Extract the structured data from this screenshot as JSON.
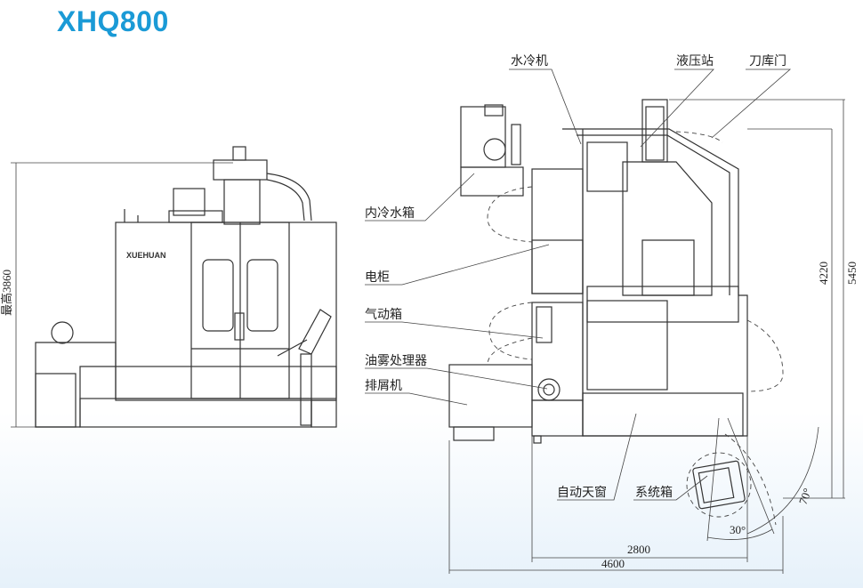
{
  "title": "XHQ800",
  "front_view": {
    "height_label": "最高3860",
    "logo_text": "XUEHUAN"
  },
  "side_view": {
    "labels": {
      "water_chiller": "水冷机",
      "hydraulic_station": "液压站",
      "tool_magazine_door": "刀库门",
      "coolant_tank": "内冷水箱",
      "electrical_cabinet": "电柜",
      "pneumatic_box": "气动箱",
      "oil_mist_processor": "油雾处理器",
      "chip_conveyor": "排屑机",
      "auto_skylight": "自动天窗",
      "system_box": "系统箱"
    },
    "dimensions": {
      "height_inner": "4220",
      "height_total": "5450",
      "width_inner": "2800",
      "width_total": "4600",
      "angle_small": "30°",
      "angle_large": "70°"
    }
  },
  "colors": {
    "title": "#1a9ad6",
    "line": "#333333"
  }
}
